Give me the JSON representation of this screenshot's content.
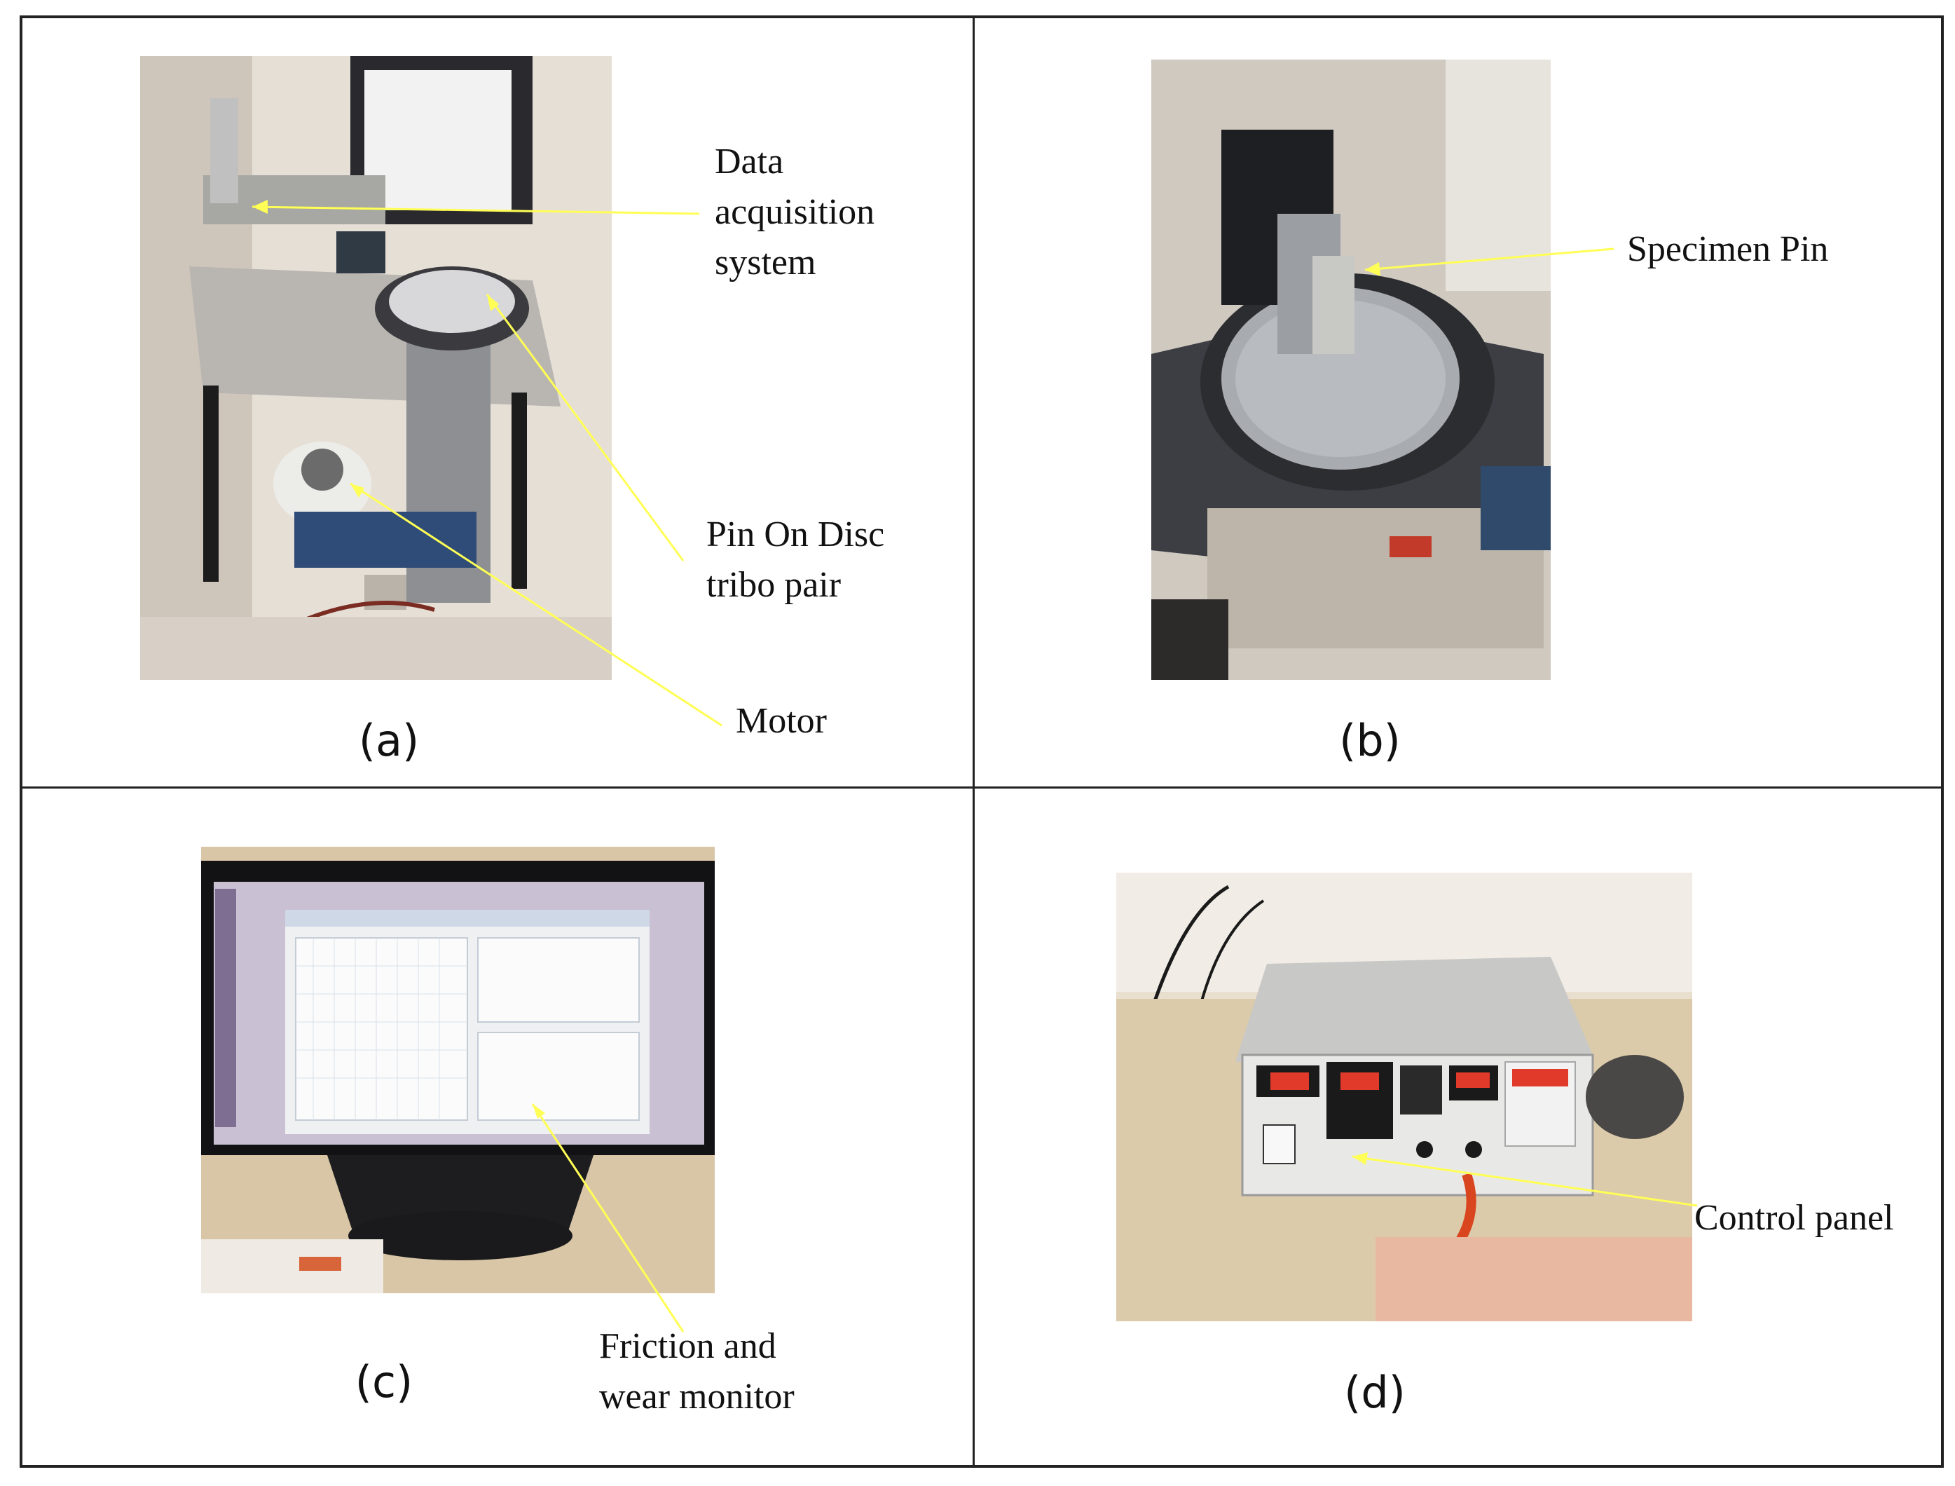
{
  "panels": {
    "a": {
      "caption": "(a)",
      "labels": [
        "Data\nacquisition\nsystem",
        "Pin On Disc\ntribo pair",
        "Motor"
      ]
    },
    "b": {
      "caption": "(b)",
      "labels": [
        "Specimen Pin"
      ]
    },
    "c": {
      "caption": "(c)",
      "labels": [
        "Friction and\nwear monitor"
      ]
    },
    "d": {
      "caption": "(d)",
      "labels": [
        "Control panel"
      ]
    }
  },
  "colors": {
    "leader": "#ffff55",
    "border": "#222222"
  }
}
